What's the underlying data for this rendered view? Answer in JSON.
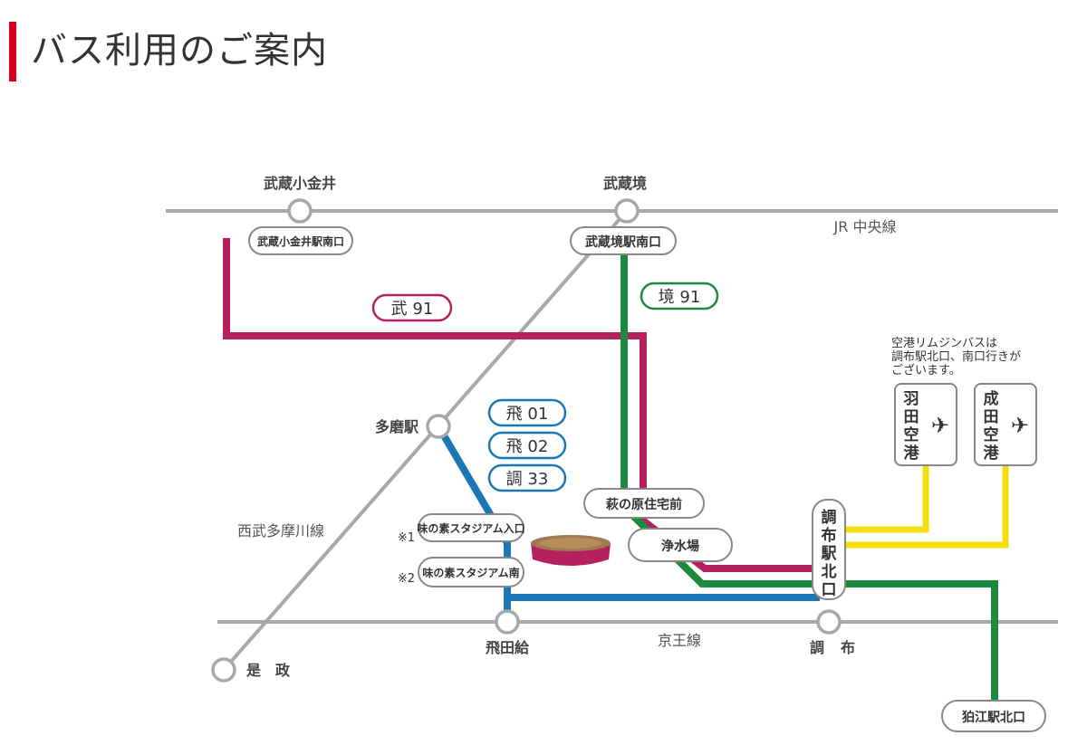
{
  "page": {
    "title": "バス利用のご案内"
  },
  "lines": {
    "jr_chuo": "JR 中央線",
    "keio": "京王線",
    "seibu_tamagawa": "西武多摩川線"
  },
  "stations": {
    "musashi_koganei": "武蔵小金井",
    "musashi_sakai": "武蔵境",
    "tama": "多磨駅",
    "tobitakyu": "飛田給",
    "chofu_1": "調",
    "chofu_2": "布",
    "koremasa": "是　政"
  },
  "stops": {
    "musashi_koganei_south": "武蔵小金井駅南口",
    "musashi_sakai_south": "武蔵境駅南口",
    "hagi_no_hara": "萩の原住宅前",
    "josuijo": "浄水場",
    "ajinomoto_entrance": "味の素スタジアム入口",
    "ajinomoto_south": "味の素スタジアム南",
    "chofu_north": [
      "調",
      "布",
      "駅",
      "北",
      "口"
    ],
    "komae_north": "狛江駅北口"
  },
  "marks": {
    "note1": "※1",
    "note2": "※2"
  },
  "routes": {
    "mu91": "武 91",
    "sakai91": "境 91",
    "tobi01": "飛 01",
    "tobi02": "飛 02",
    "cho33": "調 33"
  },
  "limousine": {
    "note_line1": "空港リムジンバスは",
    "note_line2": "調布駅北口、南口行きが",
    "note_line3": "ございます。",
    "haneda": [
      "羽",
      "田",
      "空",
      "港"
    ],
    "narita": [
      "成",
      "田",
      "空",
      "港"
    ],
    "plane_glyph": "✈"
  },
  "colors": {
    "accent_red": "#d7001a",
    "rail_gray": "#a8a8a8",
    "magenta": "#b5205f",
    "green": "#1b8a3f",
    "blue": "#1b78b4",
    "yellow": "#f5dd0e"
  }
}
